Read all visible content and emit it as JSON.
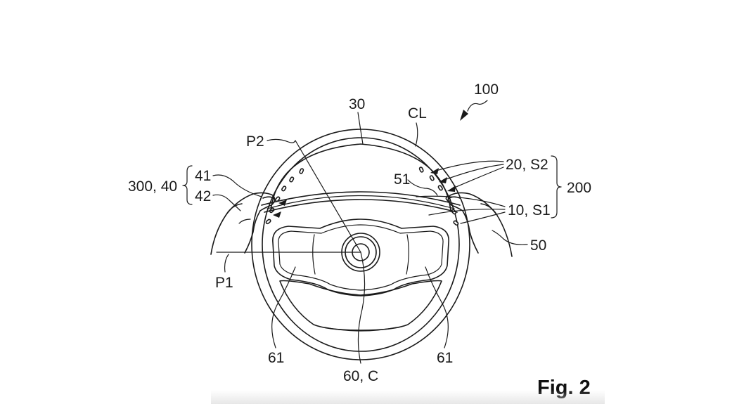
{
  "figure": {
    "title": "Fig. 2",
    "labels": {
      "ref_100": "100",
      "ref_30": "30",
      "ref_CL": "CL",
      "ref_P2": "P2",
      "ref_41": "41",
      "ref_42": "42",
      "ref_300_40": "300, 40",
      "ref_20_S2": "20, S2",
      "ref_51": "51",
      "ref_10_S1": "10, S1",
      "ref_200": "200",
      "ref_50": "50",
      "ref_P1": "P1",
      "ref_61_left": "61",
      "ref_61_right": "61",
      "ref_60_C": "60, C"
    }
  }
}
